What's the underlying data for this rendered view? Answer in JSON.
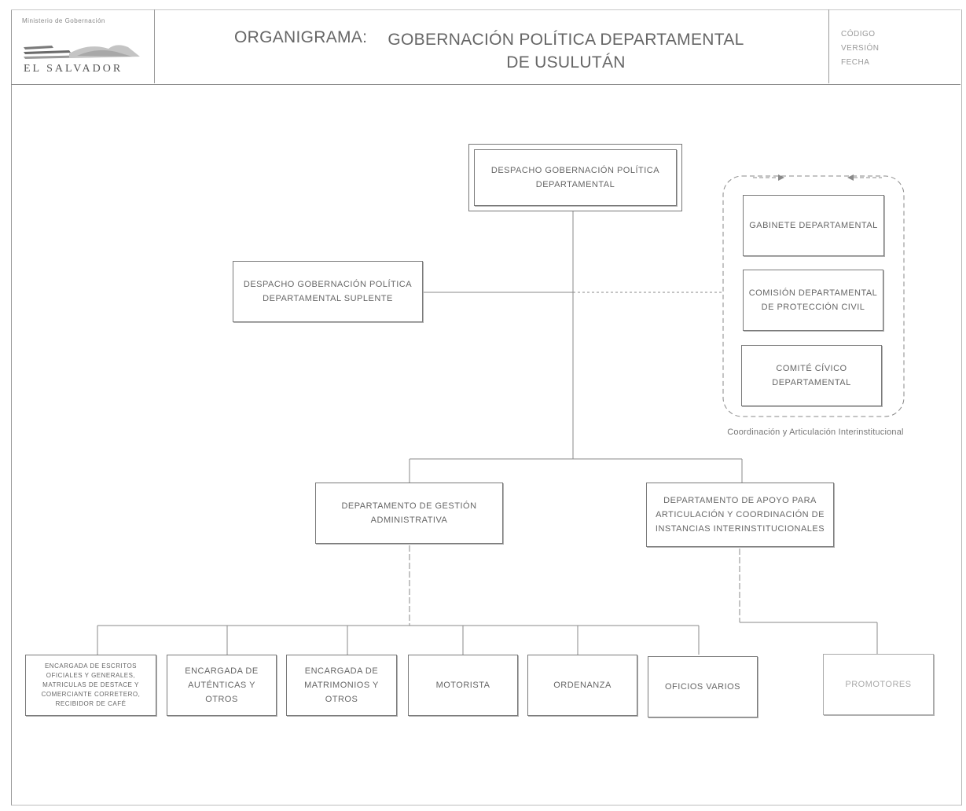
{
  "header": {
    "ministry": "Ministerio de Gobernación",
    "country": "EL SALVADOR",
    "title_label": "ORGANIGRAMA:",
    "title_line1": "GOBERNACIÓN POLÍTICA DEPARTAMENTAL",
    "title_line2": "DE USULUTÁN",
    "meta": {
      "code": "CÓDIGO",
      "version": "VERSIÓN",
      "date": "FECHA"
    }
  },
  "chart": {
    "top": "DESPACHO GOBERNACIÓN POLÍTICA DEPARTAMENTAL",
    "deputy": "DESPACHO GOBERNACIÓN POLÍTICA DEPARTAMENTAL SUPLENTE",
    "coordination": {
      "caption": "Coordinación y Articulación Interinstitucional",
      "items": [
        "GABINETE DEPARTAMENTAL",
        "COMISIÓN DEPARTAMENTAL DE PROTECCIÓN CIVIL",
        "COMITÉ CÍVICO DEPARTAMENTAL"
      ]
    },
    "departments": {
      "admin": "DEPARTAMENTO DE GESTIÓN ADMINISTRATIVA",
      "support": "DEPARTAMENTO DE APOYO PARA ARTICULACIÓN Y COORDINACIÓN DE INSTANCIAS INTERINSTITUCIONALES"
    },
    "admin_units": [
      "ENCARGADA DE ESCRITOS OFICIALES Y GENERALES, MATRICULAS DE DESTACE Y COMERCIANTE CORRETERO, RECIBIDOR DE CAFÉ",
      "ENCARGADA DE AUTÉNTICAS Y OTROS",
      "ENCARGADA DE MATRIMONIOS Y OTROS",
      "MOTORISTA",
      "ORDENANZA",
      "OFICIOS VARIOS"
    ],
    "support_units": [
      "PROMOTORES"
    ]
  }
}
